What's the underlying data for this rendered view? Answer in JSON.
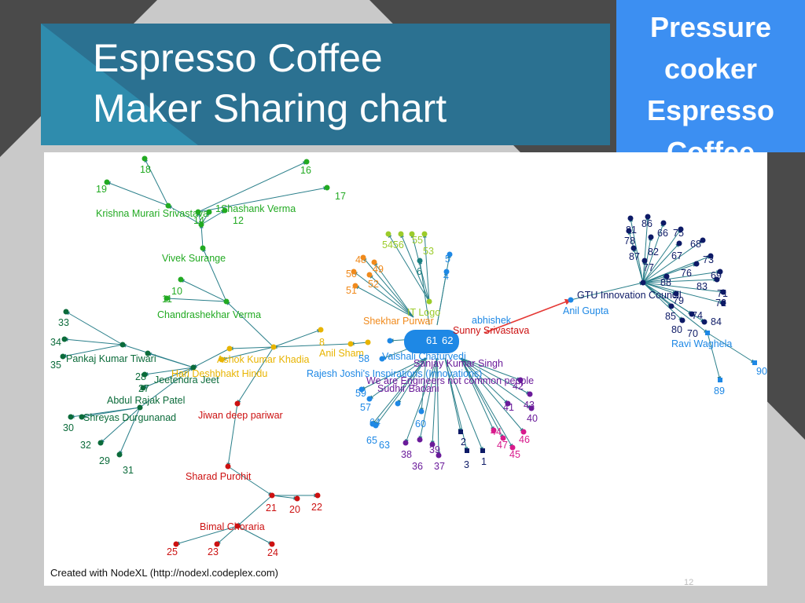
{
  "slide": {
    "title": "Espresso Coffee\nMaker Sharing chart",
    "side_box_text": "Pressure\ncooker\nEspresso\nCoffee",
    "page_number": "12"
  },
  "graph": {
    "credit": "Created with NodeXL (http://nodexl.codeplex.com)",
    "hub_label": "61",
    "hub_label_2": "62",
    "colors": {
      "green": "#22aa22",
      "dkgreen": "#0b6b3a",
      "orange": "#f08a1c",
      "yellow": "#e8b400",
      "red": "#cc1111",
      "blue": "#1e88e5",
      "navy": "#0d1a66",
      "purple": "#6a1b9a",
      "magenta": "#d81b8c",
      "lime": "#9ccc2b",
      "teal": "#1a7f7f"
    },
    "labels": [
      {
        "text": "18",
        "c": "green"
      },
      {
        "text": "19",
        "c": "green"
      },
      {
        "text": "16",
        "c": "green"
      },
      {
        "text": "17",
        "c": "green"
      },
      {
        "text": "Krishna Murari Srivastava",
        "c": "green"
      },
      {
        "text": "1Shashank Verma",
        "c": "green"
      },
      {
        "text": "14",
        "c": "green"
      },
      {
        "text": "12",
        "c": "green"
      },
      {
        "text": "Vivek Surange",
        "c": "green"
      },
      {
        "text": "10",
        "c": "green"
      },
      {
        "text": "11",
        "c": "green"
      },
      {
        "text": "Chandrashekhar Verma",
        "c": "green"
      },
      {
        "text": "33",
        "c": "dkgreen"
      },
      {
        "text": "34",
        "c": "dkgreen"
      },
      {
        "text": "35",
        "c": "dkgreen"
      },
      {
        "text": "Pankaj Kumar Tiwari",
        "c": "dkgreen"
      },
      {
        "text": "28",
        "c": "dkgreen"
      },
      {
        "text": "Jeetendra Jeet",
        "c": "dkgreen"
      },
      {
        "text": "27",
        "c": "dkgreen"
      },
      {
        "text": "Abdul Rajak Patel",
        "c": "dkgreen"
      },
      {
        "text": "30",
        "c": "dkgreen"
      },
      {
        "text": "Shreyas Durgunanad",
        "c": "dkgreen"
      },
      {
        "text": "32",
        "c": "dkgreen"
      },
      {
        "text": "29",
        "c": "dkgreen"
      },
      {
        "text": "31",
        "c": "dkgreen"
      },
      {
        "text": "Ashok Kumar Khadia",
        "c": "yellow"
      },
      {
        "text": "Hari Deshbhakt Hindu",
        "c": "yellow"
      },
      {
        "text": "8",
        "c": "yellow"
      },
      {
        "text": "Anil Sham",
        "c": "yellow"
      },
      {
        "text": "Jiwan deep pariwar",
        "c": "red"
      },
      {
        "text": "Sharad Purohit",
        "c": "red"
      },
      {
        "text": "21",
        "c": "red"
      },
      {
        "text": "20",
        "c": "red"
      },
      {
        "text": "22",
        "c": "red"
      },
      {
        "text": "Bimal Choraria",
        "c": "red"
      },
      {
        "text": "25",
        "c": "red"
      },
      {
        "text": "23",
        "c": "red"
      },
      {
        "text": "24",
        "c": "red"
      },
      {
        "text": "5456",
        "c": "lime"
      },
      {
        "text": "55",
        "c": "lime"
      },
      {
        "text": "53",
        "c": "lime"
      },
      {
        "text": "IT Logo",
        "c": "lime"
      },
      {
        "text": "48",
        "c": "orange"
      },
      {
        "text": "49",
        "c": "orange"
      },
      {
        "text": "50",
        "c": "orange"
      },
      {
        "text": "52",
        "c": "orange"
      },
      {
        "text": "51",
        "c": "orange"
      },
      {
        "text": "Shekhar Purwar",
        "c": "orange"
      },
      {
        "text": "6",
        "c": "teal"
      },
      {
        "text": "5",
        "c": "blue"
      },
      {
        "text": "4",
        "c": "blue"
      },
      {
        "text": "abhishek",
        "c": "blue"
      },
      {
        "text": "Sunny Srivastava",
        "c": "red"
      },
      {
        "text": "Anil Gupta",
        "c": "blue"
      },
      {
        "text": "GTU Innovation Council",
        "c": "navy"
      },
      {
        "text": "81",
        "c": "navy"
      },
      {
        "text": "86",
        "c": "navy"
      },
      {
        "text": "66",
        "c": "navy"
      },
      {
        "text": "75",
        "c": "navy"
      },
      {
        "text": "78",
        "c": "navy"
      },
      {
        "text": "82",
        "c": "navy"
      },
      {
        "text": "68",
        "c": "navy"
      },
      {
        "text": "87",
        "c": "navy"
      },
      {
        "text": "67",
        "c": "navy"
      },
      {
        "text": "73",
        "c": "navy"
      },
      {
        "text": "77",
        "c": "navy"
      },
      {
        "text": "76",
        "c": "navy"
      },
      {
        "text": "69",
        "c": "navy"
      },
      {
        "text": "88",
        "c": "navy"
      },
      {
        "text": "83",
        "c": "navy"
      },
      {
        "text": "71",
        "c": "navy"
      },
      {
        "text": "79",
        "c": "navy"
      },
      {
        "text": "72",
        "c": "navy"
      },
      {
        "text": "85",
        "c": "navy"
      },
      {
        "text": "74",
        "c": "navy"
      },
      {
        "text": "84",
        "c": "navy"
      },
      {
        "text": "80",
        "c": "navy"
      },
      {
        "text": "70",
        "c": "navy"
      },
      {
        "text": "Ravi Waghela",
        "c": "blue"
      },
      {
        "text": "90",
        "c": "blue"
      },
      {
        "text": "89",
        "c": "blue"
      },
      {
        "text": "58",
        "c": "blue"
      },
      {
        "text": "Vaishali Chaturvedi",
        "c": "blue"
      },
      {
        "text": "Rajesh Joshi's Inspirations (Innovations)",
        "c": "blue"
      },
      {
        "text": "Sanjay Kumar Singh",
        "c": "purple"
      },
      {
        "text": "We are Engineers not common people",
        "c": "purple"
      },
      {
        "text": "Sudhir Badani",
        "c": "purple"
      },
      {
        "text": "59",
        "c": "blue"
      },
      {
        "text": "57",
        "c": "blue"
      },
      {
        "text": "64",
        "c": "blue"
      },
      {
        "text": "65",
        "c": "blue"
      },
      {
        "text": "63",
        "c": "blue"
      },
      {
        "text": "60",
        "c": "blue"
      },
      {
        "text": "38",
        "c": "purple"
      },
      {
        "text": "39",
        "c": "purple"
      },
      {
        "text": "36",
        "c": "purple"
      },
      {
        "text": "37",
        "c": "purple"
      },
      {
        "text": "2",
        "c": "navy"
      },
      {
        "text": "3",
        "c": "navy"
      },
      {
        "text": "1",
        "c": "navy"
      },
      {
        "text": "42",
        "c": "purple"
      },
      {
        "text": "41",
        "c": "purple"
      },
      {
        "text": "43",
        "c": "purple"
      },
      {
        "text": "40",
        "c": "purple"
      },
      {
        "text": "44",
        "c": "magenta"
      },
      {
        "text": "46",
        "c": "magenta"
      },
      {
        "text": "47",
        "c": "magenta"
      },
      {
        "text": "45",
        "c": "magenta"
      }
    ]
  }
}
